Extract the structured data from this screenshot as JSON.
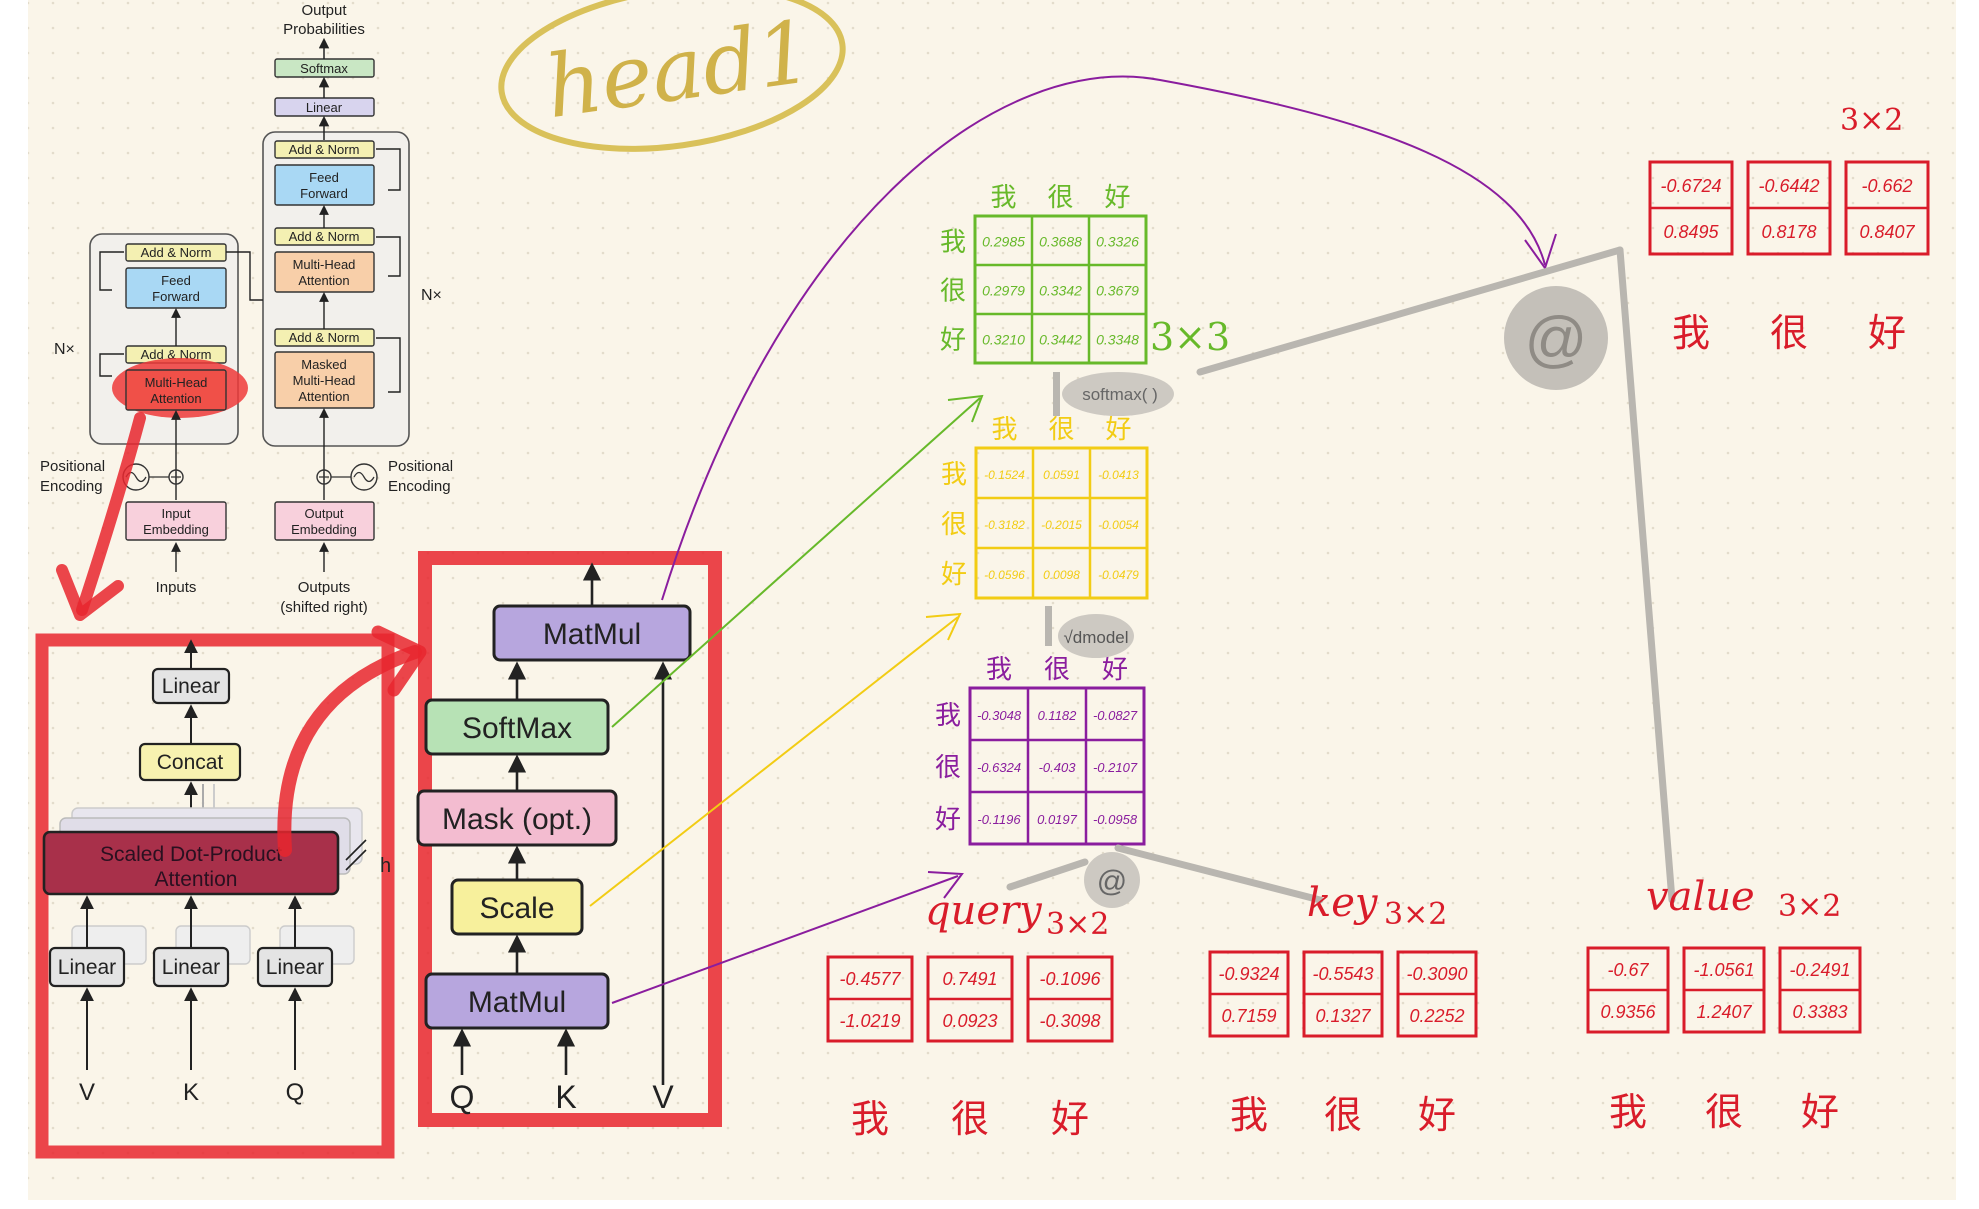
{
  "annotations": {
    "title": "head1",
    "at": "@",
    "softmax": "softmax( )",
    "sqrt_dmodel": "√dmodel",
    "shape_3x3": "3×3",
    "shape_3x2": "3×2",
    "nx": "N×"
  },
  "tokens": [
    "我",
    "很",
    "好"
  ],
  "transformer": {
    "output_probabilities": [
      "Output",
      "Probabilities"
    ],
    "softmax": "Softmax",
    "linear": "Linear",
    "add_norm": "Add & Norm",
    "feed_forward": [
      "Feed",
      "Forward"
    ],
    "multi_head_attention": [
      "Multi-Head",
      "Attention"
    ],
    "masked_multi_head_attention": [
      "Masked",
      "Multi-Head",
      "Attention"
    ],
    "positional_encoding": [
      "Positional",
      "Encoding"
    ],
    "input_embedding": [
      "Input",
      "Embedding"
    ],
    "output_embedding": [
      "Output",
      "Embedding"
    ],
    "inputs": "Inputs",
    "outputs": [
      "Outputs",
      "(shifted right)"
    ]
  },
  "multihead": {
    "linear": "Linear",
    "concat": "Concat",
    "sdpa": [
      "Scaled Dot-Product",
      "Attention"
    ],
    "h": "h",
    "inputs": [
      "V",
      "K",
      "Q"
    ]
  },
  "sdpa": {
    "matmul": "MatMul",
    "softmax": "SoftMax",
    "mask": "Mask (opt.)",
    "scale": "Scale",
    "inputs": [
      "Q",
      "K",
      "V"
    ]
  },
  "matrices": {
    "softmax_out": [
      [
        "0.2985",
        "0.3688",
        "0.3326"
      ],
      [
        "0.2979",
        "0.3342",
        "0.3679"
      ],
      [
        "0.3210",
        "0.3442",
        "0.3348"
      ]
    ],
    "scaled": [
      [
        "-0.1524",
        "0.0591",
        "-0.0413"
      ],
      [
        "-0.3182",
        "-0.2015",
        "-0.0054"
      ],
      [
        "-0.0596",
        "0.0098",
        "-0.0479"
      ]
    ],
    "scores": [
      [
        "-0.3048",
        "0.1182",
        "-0.0827"
      ],
      [
        "-0.6324",
        "-0.403",
        "-0.2107"
      ],
      [
        "-0.1196",
        "0.0197",
        "-0.0958"
      ]
    ]
  },
  "vectors": {
    "query": {
      "label": "query",
      "cols": [
        [
          "-0.4577",
          "-1.0219"
        ],
        [
          "0.7491",
          "0.0923"
        ],
        [
          "-0.1096",
          "-0.3098"
        ]
      ]
    },
    "key": {
      "label": "key",
      "cols": [
        [
          "-0.9324",
          "0.7159"
        ],
        [
          "-0.5543",
          "0.1327"
        ],
        [
          "-0.3090",
          "0.2252"
        ]
      ]
    },
    "value": {
      "label": "value",
      "cols": [
        [
          "-0.67",
          "0.9356"
        ],
        [
          "-1.0561",
          "1.2407"
        ],
        [
          "-0.2491",
          "0.3383"
        ]
      ]
    },
    "result": {
      "cols": [
        [
          "-0.6724",
          "0.8495"
        ],
        [
          "-0.6442",
          "0.8178"
        ],
        [
          "-0.662",
          "0.8407"
        ]
      ]
    }
  },
  "colors": {
    "red": "#e8262e",
    "hand_red": "#d91c2a",
    "green": "#67b92a",
    "yellow": "#f2cc14",
    "purple": "#8a1d9e",
    "gray": "#b9b6b0",
    "gold": "#d9c15a",
    "paper": "#faf5e9"
  }
}
